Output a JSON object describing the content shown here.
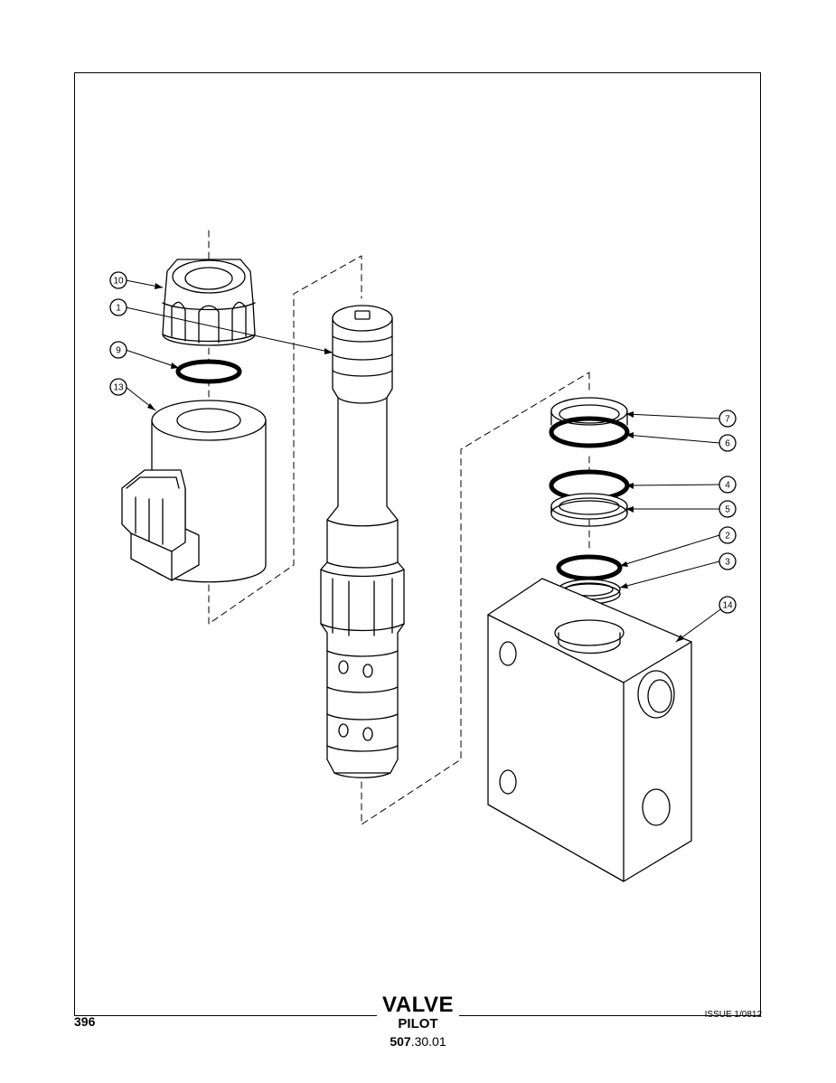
{
  "page_number": "396",
  "issue": "ISSUE 1/0812",
  "title": {
    "main": "VALVE",
    "sub": "PILOT",
    "code_bold": "507",
    "code_rest": ".30.01"
  },
  "callouts": [
    {
      "id": "c10",
      "label": "10",
      "part": "coil nut"
    },
    {
      "id": "c1",
      "label": "1",
      "part": "valve cartridge"
    },
    {
      "id": "c9",
      "label": "9",
      "part": "o-ring"
    },
    {
      "id": "c13",
      "label": "13",
      "part": "solenoid coil"
    },
    {
      "id": "c7",
      "label": "7",
      "part": "backup ring"
    },
    {
      "id": "c6",
      "label": "6",
      "part": "o-ring"
    },
    {
      "id": "c4",
      "label": "4",
      "part": "o-ring"
    },
    {
      "id": "c5",
      "label": "5",
      "part": "backup ring"
    },
    {
      "id": "c2",
      "label": "2",
      "part": "o-ring"
    },
    {
      "id": "c3",
      "label": "3",
      "part": "backup ring"
    },
    {
      "id": "c14",
      "label": "14",
      "part": "valve body"
    }
  ]
}
